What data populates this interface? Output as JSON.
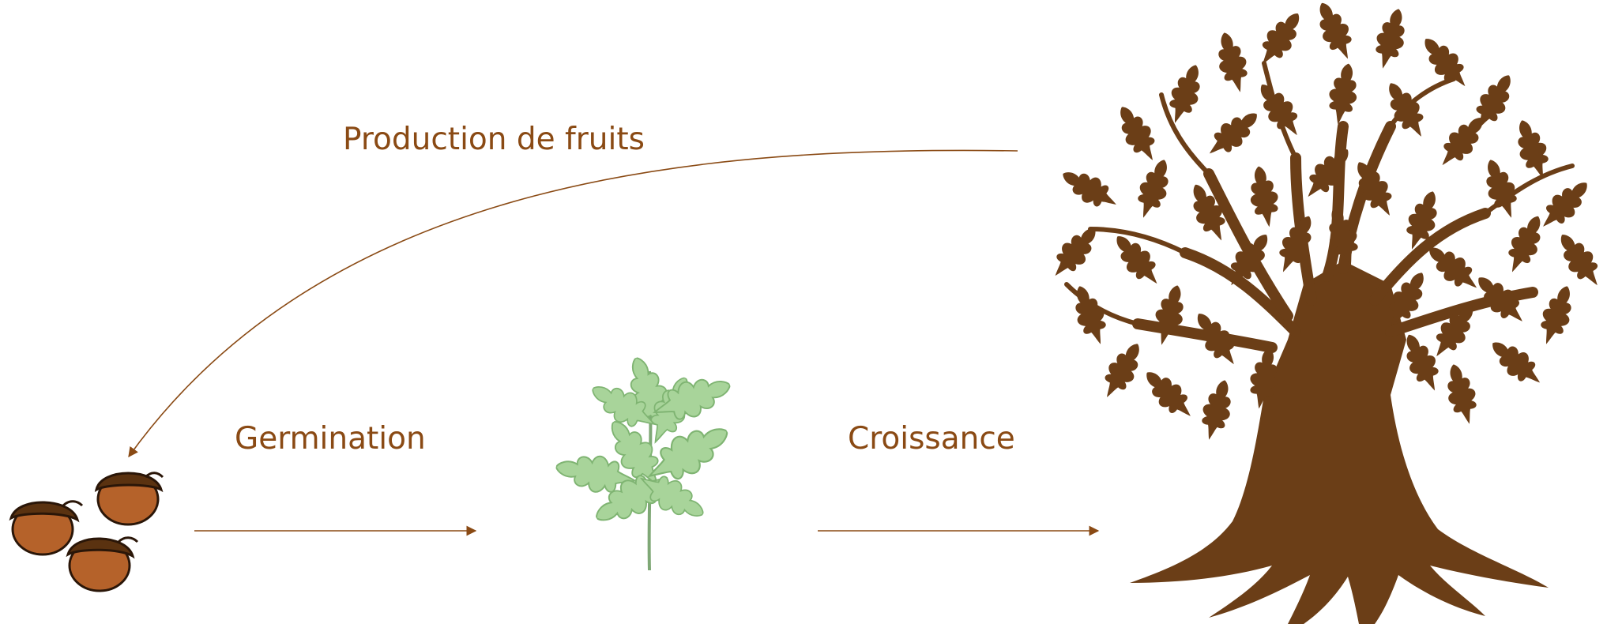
{
  "diagram": {
    "labels": {
      "fruit_production": "Production de fruits",
      "germination": "Germination",
      "growth": "Croissance"
    },
    "stages": [
      "acorns",
      "seedling",
      "oak-tree"
    ],
    "colors": {
      "accent": "#8a4a14",
      "tree": "#6b3e17",
      "acorn_cap": "#5a3210",
      "acorn_nut": "#b5622a",
      "seedling": "#9fcf90"
    }
  }
}
